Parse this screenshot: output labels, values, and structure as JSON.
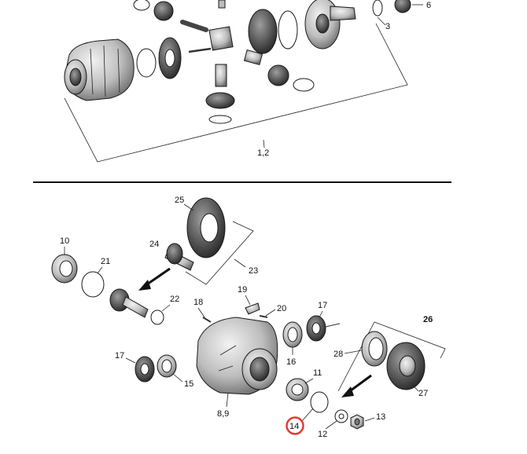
{
  "diagram": {
    "upper_group": {
      "labels": {
        "p6": "6",
        "p3": "3",
        "p12": "1,2"
      }
    },
    "lower_group": {
      "labels": {
        "p25": "25",
        "p24": "24",
        "p23": "23",
        "p10": "10",
        "p21": "21",
        "p22": "22",
        "p18": "18",
        "p19": "19",
        "p20": "20",
        "p17a": "17",
        "p16": "16",
        "p26": "26",
        "p28": "28",
        "p17b": "17",
        "p15": "15",
        "p11": "11",
        "p27": "27",
        "p89": "8,9",
        "p14": "14",
        "p12": "12",
        "p13": "13"
      }
    },
    "highlight": {
      "label_ref": "p14",
      "color": "#e53935"
    },
    "colors": {
      "line": "#222222",
      "part_fill": "#d9d9d9",
      "part_dark": "#555555"
    }
  }
}
